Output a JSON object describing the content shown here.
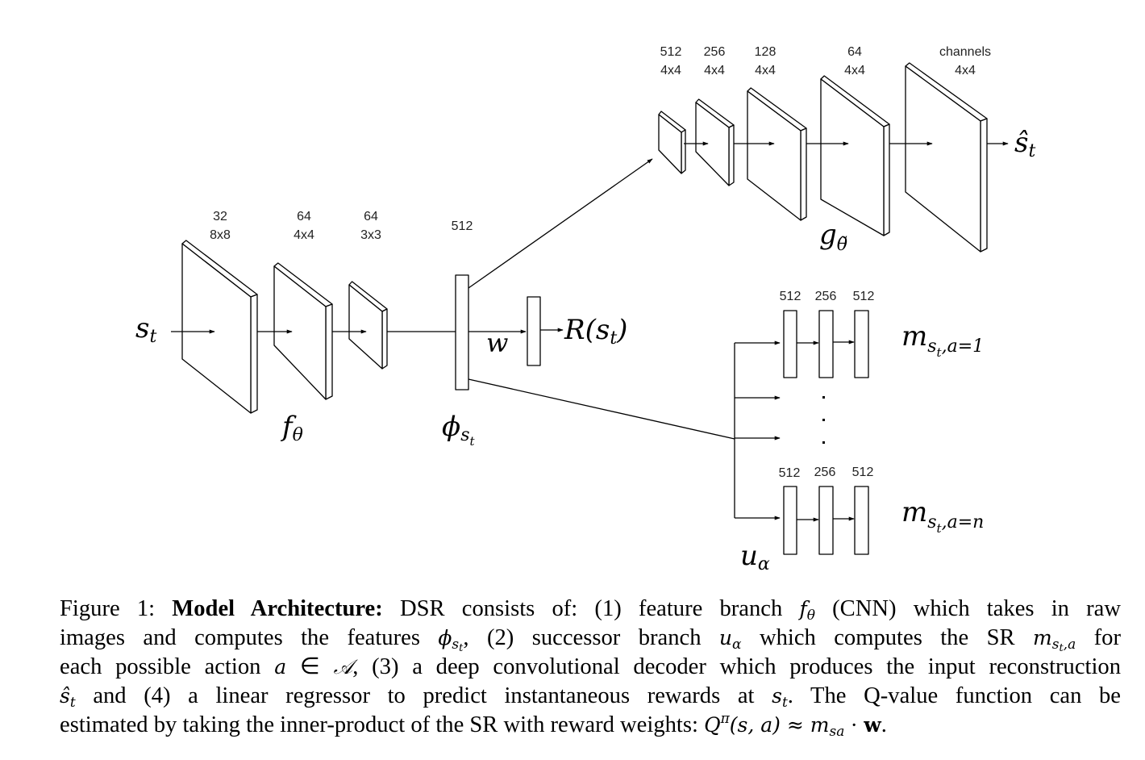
{
  "figure": {
    "encoder": {
      "name": "f_theta",
      "layers": [
        {
          "channels": "32",
          "kernel": "8x8"
        },
        {
          "channels": "64",
          "kernel": "4x4"
        },
        {
          "channels": "64",
          "kernel": "3x3"
        }
      ],
      "input_label": "s",
      "input_sub": "t",
      "label_main": "f",
      "label_sub": "θ"
    },
    "features": {
      "size": "512",
      "label_main": "ϕ",
      "label_sub": "s",
      "label_subsub": "t"
    },
    "reward": {
      "weight_label": "w",
      "output_label": "R(s",
      "output_sub": "t",
      "output_close": ")"
    },
    "decoder": {
      "layers": [
        {
          "channels": "512",
          "kernel": "4x4"
        },
        {
          "channels": "256",
          "kernel": "4x4"
        },
        {
          "channels": "128",
          "kernel": "4x4"
        },
        {
          "channels": "64",
          "kernel": "4x4"
        },
        {
          "channels": "channels",
          "kernel": "4x4"
        }
      ],
      "label_main": "g",
      "label_sub": "θ̃",
      "output_main": "ŝ",
      "output_sub": "t"
    },
    "successor": {
      "label_main": "u",
      "label_sub": "α",
      "heads": [
        {
          "sizes": [
            "512",
            "256",
            "512"
          ],
          "label_main": "m",
          "label_sub": "s",
          "label_subsub": "t",
          "label_rest": ",a=1"
        },
        {
          "sizes": [
            "512",
            "256",
            "512"
          ],
          "label_main": "m",
          "label_sub": "s",
          "label_subsub": "t",
          "label_rest": ",a=n"
        }
      ],
      "ellipsis": "⋮"
    }
  },
  "caption": {
    "figure_num": "Figure 1:",
    "bold_title": "Model Architecture:",
    "l1_a": "DSR consists of: (1) feature branch",
    "l1_f": "f",
    "l1_fsub": "θ",
    "l1_b": "(CNN) which takes in raw",
    "l2_a": "images and computes the features",
    "l2_phi": "ϕ",
    "l2_phisub": "s",
    "l2_phisubsub": "t",
    "l2_b": ", (2) successor branch",
    "l2_u": "u",
    "l2_usub": "α",
    "l2_c": "which computes the SR",
    "l2_m": "m",
    "l2_msub": "s",
    "l2_msubsub": "t",
    "l2_msubrest": ",a",
    "l2_d": "for",
    "l3_a": "each possible action",
    "l3_a_var": "a",
    "l3_in": "∈",
    "l3_set": "𝒜",
    "l3_b": ", (3) a deep convolutional decoder which produces the input reconstruction",
    "l4_s": "ŝ",
    "l4_ssub": "t",
    "l4_a": "and (4) a linear regressor to predict instantaneous rewards at",
    "l4_s2": "s",
    "l4_s2sub": "t",
    "l4_b": ". The Q-value function can be",
    "l5_a": "estimated by taking the inner-product of the SR with reward weights:",
    "l5_Q": "Q",
    "l5_pi": "π",
    "l5_args": "(s, a) ≈",
    "l5_m": "m",
    "l5_msub": "sa",
    "l5_dot": "·",
    "l5_w": "w",
    "l5_end": "."
  }
}
